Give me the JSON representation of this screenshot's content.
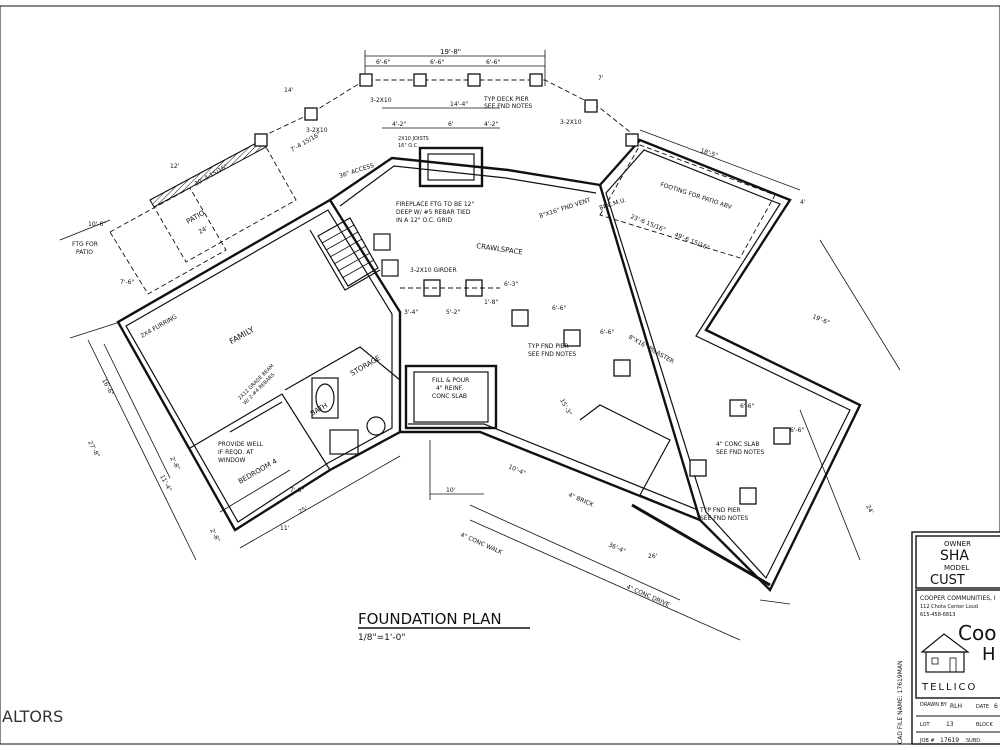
{
  "plan": {
    "title": "FOUNDATION PLAN",
    "scale": "1/8\"=1'-0\""
  },
  "labels": {
    "family": "FAMILY",
    "crawlspace": "CRAWLSPACE",
    "storage": "STORAGE",
    "bath": "BATH",
    "bedroom": "BEDROOM 4",
    "patio": "PATIO",
    "furring": "2X4 FURRING",
    "fireplace": [
      "FIREPLACE FTG TO BE 12\"",
      "DEEP W/ #5 REBAR TIED",
      "IN A 12\" O.C. GRID"
    ],
    "girder": "3-2X10 GIRDER",
    "fnd_vent": "8\"X16\" FND VENT",
    "cmu": "8\" C.M.U.",
    "pilaster": "8\"X16\" PILASTER",
    "typ_fnd_pier": [
      "TYP FND PIER",
      "SEE FND NOTES"
    ],
    "typ_fnd_pier2": [
      "TYP FND PIER",
      "SEE FND NOTES"
    ],
    "typ_deck_pier": [
      "TYP DECK PIER",
      "SEE FND NOTES"
    ],
    "fill_pour": [
      "FILL & POUR",
      "4\" REINF.",
      "CONC SLAB"
    ],
    "conc_slab": [
      "4\" CONC SLAB",
      "SEE FND NOTES"
    ],
    "well": [
      "PROVIDE WELL",
      "IF REQD. AT",
      "WINDOW"
    ],
    "footing_patio": "FOOTING FOR PATIO ABV",
    "grade_beam": [
      "2X12 GRADE BEAM",
      "W/ 2-#4 REBARS"
    ],
    "ftg_patio": [
      "FTG FOR",
      "PATIO"
    ],
    "conc_walk": "4\" CONC WALK",
    "conc_drive": "4\" CONC DRIVE",
    "brick": "4\" BRICK",
    "access": "36\" ACCESS",
    "joists_a": "2X10 JOISTS",
    "joists_b": "16\" O.C.",
    "tzx10_a": "3-2X10",
    "tzx10_b": "3-2X10",
    "tzx10_c": "3-2X10"
  },
  "dims": {
    "top": "19'-8\"",
    "top_a": "6'-6\"",
    "top_b": "6'-6\"",
    "top_c": "6'-6\"",
    "fp_a": "4'-2\"",
    "fp_b": "6'",
    "fp_c": "4'-2\"",
    "fp_d": "14'-4\"",
    "l1": "14'",
    "l2": "7'-4 15/16\"",
    "l3": "30'-4 15/16\"",
    "l4": "12'",
    "l5": "10'-6\"",
    "l6": "24'",
    "l7": "7'-6\"",
    "l8": "16'-6\"",
    "l9": "27'-8\"",
    "l10": "11'-4\"",
    "l11": "2'-8\"",
    "l12": "2'-8\"",
    "l13": "7'-8\"",
    "l14": "25'",
    "l15": "11'",
    "c1": "3'-4\"",
    "c2": "5'-2\"",
    "c3": "1'-8\"",
    "c4": "6'-3\"",
    "c5": "6'-6\"",
    "c6": "6'-6\"",
    "c7": "15'-3\"",
    "c8": "10'",
    "c9": "10'-4\"",
    "c10": "36'-4\"",
    "c11": "26'",
    "r1": "18'-5\"",
    "r2": "23'-6 15/16\"",
    "r3": "49'-6 15/16\"",
    "r4": "19'-6\"",
    "r5": "6'-6\"",
    "r6": "6'-6\"",
    "r7": "24'",
    "r8": "7'",
    "r9": "4'"
  },
  "title_block": {
    "owner_hdr": "OWNER",
    "owner": "SHA",
    "model_hdr": "MODEL",
    "model": "CUST",
    "company": "COOPER COMMUNITIES, I",
    "addr": "112 Chota Center  Loud",
    "phone": "615-458-6813",
    "logo": "Coo",
    "logo2": "H",
    "town": "TELLICO",
    "drawn_lbl": "DRAWN BY",
    "drawn": "RLH",
    "date_lbl": "DATE",
    "date": "6",
    "lot_lbl": "LOT",
    "lot": "13",
    "block_lbl": "BLOCK",
    "job_lbl": "JOB #",
    "job": "17619",
    "subd_lbl": "SUBD."
  },
  "side_note": "CAD FILE NAME: 17619MAN",
  "watermark": "ALTORS"
}
